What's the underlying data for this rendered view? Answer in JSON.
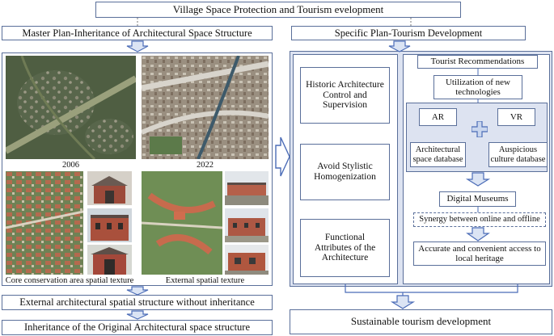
{
  "top_title": "Village Space Protection and Tourism evelopment",
  "left": {
    "header": "Master Plan-Inheritance of Architectural Space Structure",
    "year_before": "2006",
    "year_after": "2022",
    "caption_core": "Core conservation area spatial texture",
    "caption_external": "External spatial texture",
    "box_without": "External architectural spatial structure without inheritance",
    "box_inherit": "Inheritance of the Original Architectural space structure"
  },
  "right": {
    "header": "Specific Plan-Tourism Development",
    "items": [
      "Historic Architecture Control and Supervision",
      "Avoid Stylistic Homogenization",
      "Functional Attributes of the Architecture"
    ],
    "recommend": "Tourist Recommendations",
    "newtech": "Utilization of new technologies",
    "ar": "AR",
    "vr": "VR",
    "arch_db": "Architectural space database",
    "cult_db": "Auspicious culture database",
    "museums": "Digital Museums",
    "synergy": "Synergy between online and offline",
    "access": "Accurate and convenient access to local heritage",
    "final": "Sustainable tourism development"
  },
  "colors": {
    "border": "#5a6f9a",
    "panel_fill": "#dde3f1",
    "arrow": "#4b6cb7"
  }
}
